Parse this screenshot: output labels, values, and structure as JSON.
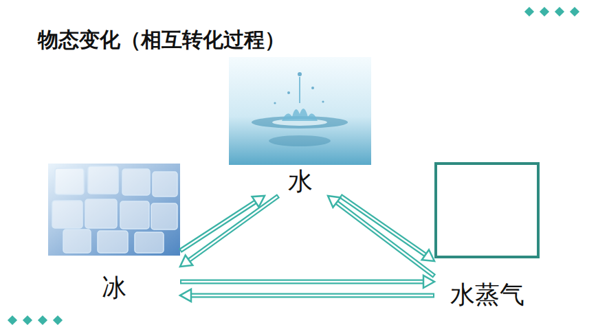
{
  "diagram": {
    "title": "物态变化（相互转化过程）",
    "nodes": [
      {
        "text": [
          "水"
        ]
      },
      {
        "text": [
          "冰"
        ]
      },
      {
        "text": [
          "水蒸气"
        ]
      }
    ],
    "edges": [
      {
        "from": 1,
        "to": 0,
        "arrow": "to"
      },
      {
        "from": 0,
        "to": 1,
        "arrow": "to"
      },
      {
        "from": 0,
        "to": 2,
        "arrow": "to"
      },
      {
        "from": 2,
        "to": 0,
        "arrow": "to"
      },
      {
        "from": 1,
        "to": 2,
        "arrow": "to"
      },
      {
        "from": 2,
        "to": 1,
        "arrow": "to"
      }
    ]
  }
}
